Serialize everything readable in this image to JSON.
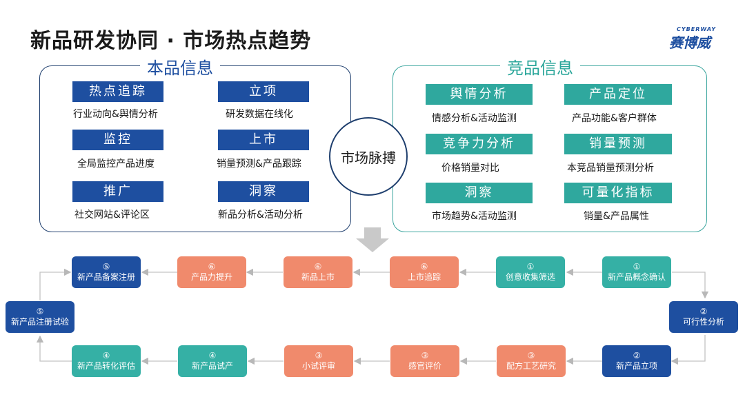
{
  "header": {
    "title": "新品研发协同 · 市场热点趋势",
    "logo_top": "CYBERWAY",
    "logo_main": "赛博威"
  },
  "left_panel": {
    "title": "本品信息",
    "items": [
      {
        "label": "热点追踪",
        "desc": "行业动向&舆情分析"
      },
      {
        "label": "立项",
        "desc": "研发数据在线化"
      },
      {
        "label": "监控",
        "desc": "全局监控产品进度"
      },
      {
        "label": "上市",
        "desc": "销量预测&产品跟踪"
      },
      {
        "label": "推广",
        "desc": "社交网站&评论区"
      },
      {
        "label": "洞察",
        "desc": "新品分析&活动分析"
      }
    ]
  },
  "hub": {
    "label": "市场脉搏"
  },
  "right_panel": {
    "title": "竞品信息",
    "items": [
      {
        "label": "舆情分析",
        "desc": "情感分析&活动监测"
      },
      {
        "label": "产品定位",
        "desc": "产品功能&客户群体"
      },
      {
        "label": "竞争力分析",
        "desc": "价格销量对比"
      },
      {
        "label": "销量预测",
        "desc": "本竞品销量预测分析"
      },
      {
        "label": "洞察",
        "desc": "市场趋势&活动监测"
      },
      {
        "label": "可量化指标",
        "desc": "销量&产品属性"
      }
    ]
  },
  "flow": {
    "top_row": [
      {
        "num": "⑤",
        "label": "新产品备案注册"
      },
      {
        "num": "⑥",
        "label": "产品力提升"
      },
      {
        "num": "⑥",
        "label": "新品上市"
      },
      {
        "num": "⑥",
        "label": "上市追踪"
      },
      {
        "num": "①",
        "label": "创意收集筛选"
      },
      {
        "num": "①",
        "label": "新产品概念确认"
      }
    ],
    "left_node": {
      "num": "⑤",
      "label": "新产品注册试验"
    },
    "right_node": {
      "num": "②",
      "label": "可行性分析"
    },
    "bottom_row": [
      {
        "num": "④",
        "label": "新产品转化评估"
      },
      {
        "num": "④",
        "label": "新产品试产"
      },
      {
        "num": "③",
        "label": "小试评审"
      },
      {
        "num": "③",
        "label": "感官评价"
      },
      {
        "num": "③",
        "label": "配方工艺研究"
      },
      {
        "num": "②",
        "label": "新产品立项"
      }
    ]
  },
  "colors": {
    "navy": "#1e4fa0",
    "teal": "#2fa89e",
    "orange": "#f08a6c"
  }
}
